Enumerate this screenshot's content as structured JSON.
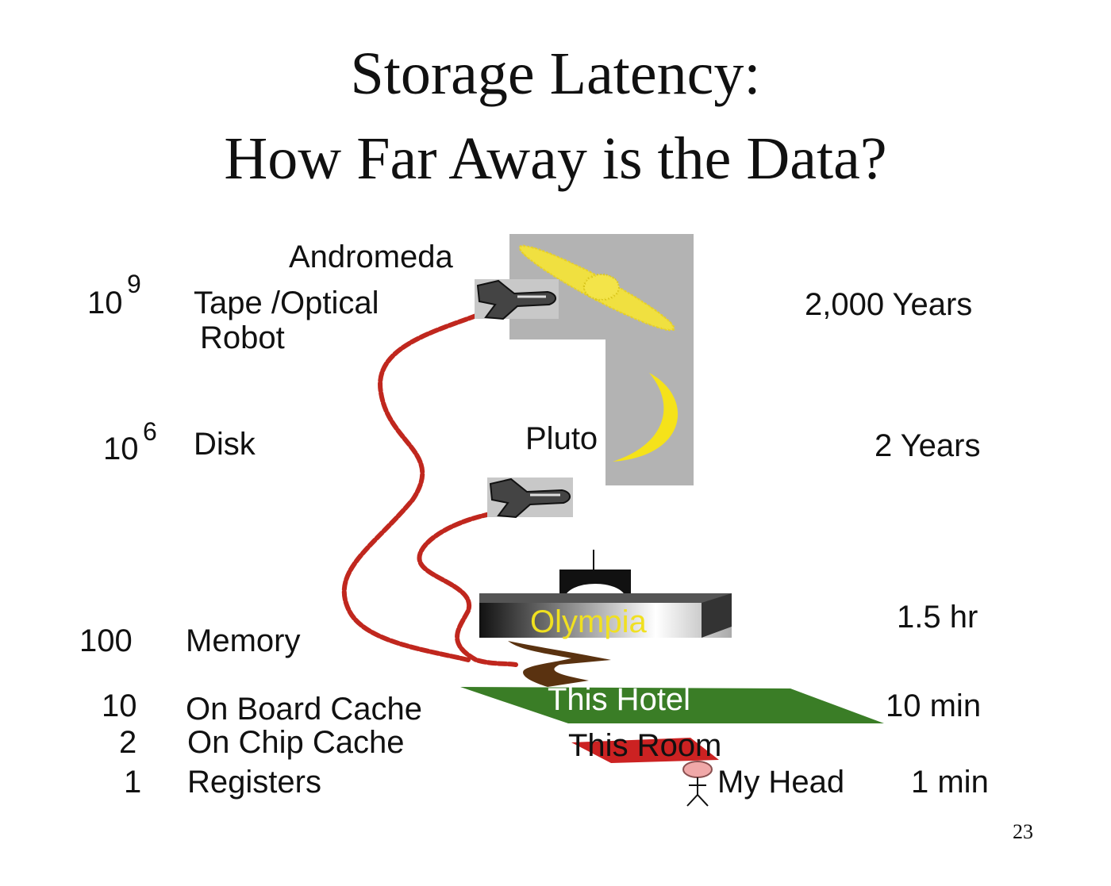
{
  "slide": {
    "title_line1": "Storage Latency:",
    "title_line2": "How Far Away is the Data?",
    "slide_number": "23"
  },
  "levels": [
    {
      "magnitude": "10",
      "exponent": "9",
      "name_line1": "Tape /Optical",
      "name_line2": "Robot",
      "time": "2,000 Years"
    },
    {
      "magnitude": "10",
      "exponent": "6",
      "name": "Disk",
      "time": "2 Years"
    },
    {
      "magnitude": "100",
      "name": "Memory",
      "time": "1.5 hr"
    },
    {
      "magnitude": "10",
      "name": "On Board  Cache",
      "time": "10 min"
    },
    {
      "magnitude": "2",
      "name": "On Chip Cache"
    },
    {
      "magnitude": "1",
      "name": "Registers",
      "time": "1 min"
    }
  ],
  "analogies": {
    "andromeda": "Andromeda",
    "pluto": "Pluto",
    "olympia": "Olympia",
    "this_hotel": "This Hotel",
    "this_room": "This Room",
    "my_head": "My Head"
  },
  "colors": {
    "space_panel": "#b3b3b3",
    "galaxy": "#f0e040",
    "moon": "#f5e21a",
    "curve": "#c0271e",
    "hotel": "#3a7d26",
    "room": "#cc2222",
    "road": "#5a3210",
    "olympia_text": "#f0e020",
    "head": "#f0a8a8"
  },
  "icons": [
    "shuttle-icon",
    "galaxy-icon",
    "crescent-moon-icon",
    "capitol-building-icon",
    "stick-figure-icon"
  ]
}
